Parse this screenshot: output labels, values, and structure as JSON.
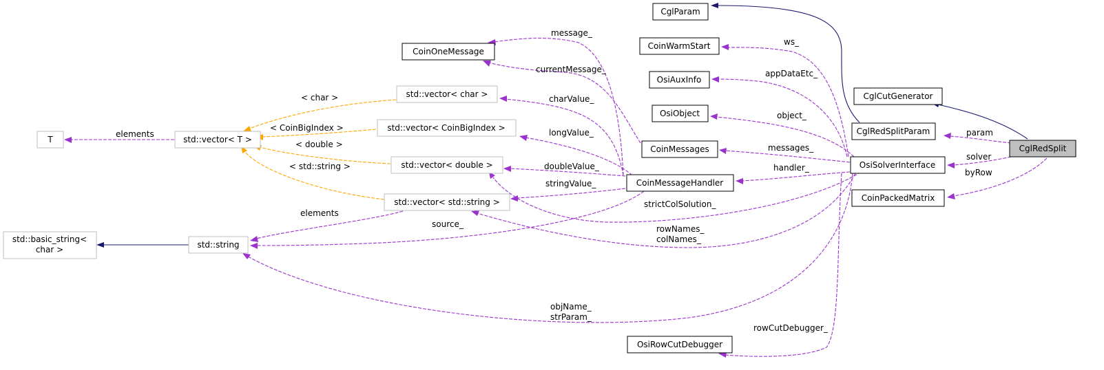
{
  "diagram": {
    "nodes": {
      "cgl_red_split": "CglRedSplit",
      "cgl_red_split_param": "CglRedSplitParam",
      "cgl_param": "CglParam",
      "cgl_cut_generator": "CglCutGenerator",
      "osi_solver_interface": "OsiSolverInterface",
      "coin_packed_matrix": "CoinPackedMatrix",
      "coin_warm_start": "CoinWarmStart",
      "osi_aux_info": "OsiAuxInfo",
      "osi_object": "OsiObject",
      "coin_messages": "CoinMessages",
      "coin_message_handler": "CoinMessageHandler",
      "osi_row_cut_debugger": "OsiRowCutDebugger",
      "coin_one_message": "CoinOneMessage",
      "vector_char": "std::vector< char >",
      "vector_coin_big_index": "std::vector< CoinBigIndex >",
      "vector_double": "std::vector< double >",
      "vector_string": "std::vector< std::string >",
      "vector_t": "std::vector< T >",
      "t": "T",
      "std_string": "std::string",
      "basic_string_line1": "std::basic_string<",
      "basic_string_line2": "char >"
    },
    "edge_labels": {
      "param": "param",
      "solver": "solver",
      "by_row": "byRow",
      "ws": "ws_",
      "app_data_etc": "appDataEtc_",
      "object": "object_",
      "messages": "messages_",
      "handler": "handler_",
      "strict_col_solution": "strictColSolution_",
      "row_names": "rowNames_",
      "col_names": "colNames_",
      "obj_name": "objName_",
      "str_param": "strParam_",
      "row_cut_debugger": "rowCutDebugger_",
      "message": "message_",
      "current_message": "currentMessage_",
      "char_value": "charValue_",
      "long_value": "longValue_",
      "double_value": "doubleValue_",
      "string_value": "stringValue_",
      "source": "source_",
      "elements_vector": "elements",
      "elements_string": "elements",
      "tmpl_char": "< char >",
      "tmpl_coin_big_index": "< CoinBigIndex >",
      "tmpl_double": "< double >",
      "tmpl_std_string": "< std::string >"
    },
    "colors": {
      "usage_edge": "#9a32cd",
      "inheritance_edge": "#191970",
      "template_edge": "#ffa500",
      "focus_node_fill": "#bfbfbf",
      "gray_node_border": "#bfbfbf"
    }
  }
}
